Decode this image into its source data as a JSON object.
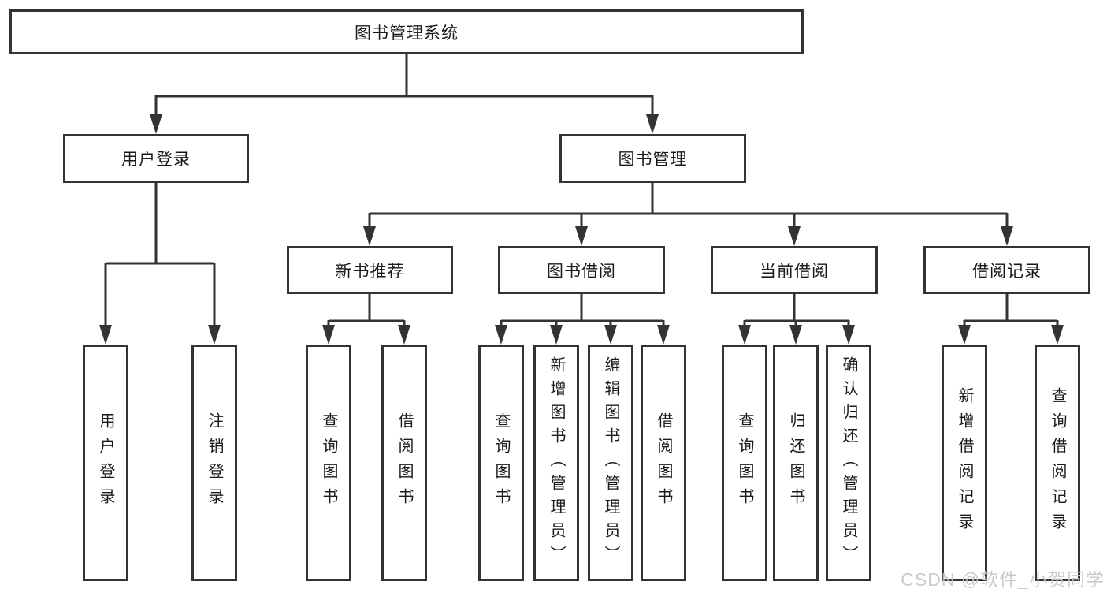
{
  "diagram": {
    "nodes": {
      "root": {
        "label": "图书管理系统"
      },
      "user_login": {
        "label": "用户登录"
      },
      "book_management": {
        "label": "图书管理"
      },
      "new_book_recommend": {
        "label": "新书推荐"
      },
      "book_borrowing": {
        "label": "图书借阅"
      },
      "current_borrowing": {
        "label": "当前借阅"
      },
      "borrow_records": {
        "label": "借阅记录"
      },
      "leaf_user_login": {
        "label": "用户登录"
      },
      "leaf_logout": {
        "label": "注销登录"
      },
      "leaf_nb_query_books": {
        "label": "查询图书"
      },
      "leaf_nb_borrow_books": {
        "label": "借阅图书"
      },
      "leaf_bb_query_books": {
        "label": "查询图书"
      },
      "leaf_bb_add_books": {
        "label": "新增图书（管理员）"
      },
      "leaf_bb_edit_books": {
        "label": "编辑图书（管理员）"
      },
      "leaf_bb_borrow_books": {
        "label": "借阅图书"
      },
      "leaf_cb_query_books": {
        "label": "查询图书"
      },
      "leaf_cb_return_books": {
        "label": "归还图书"
      },
      "leaf_cb_confirm_return": {
        "label": "确认归还（管理员）"
      },
      "leaf_br_add_record": {
        "label": "新增借阅记录"
      },
      "leaf_br_query_record": {
        "label": "查询借阅记录"
      }
    },
    "colors": {
      "line": "#333333",
      "text": "#1a1a1a",
      "box_background": "#ffffff"
    }
  },
  "watermark": {
    "text": "CSDN @软件_小贺同学",
    "color": "#c7c7c7"
  }
}
